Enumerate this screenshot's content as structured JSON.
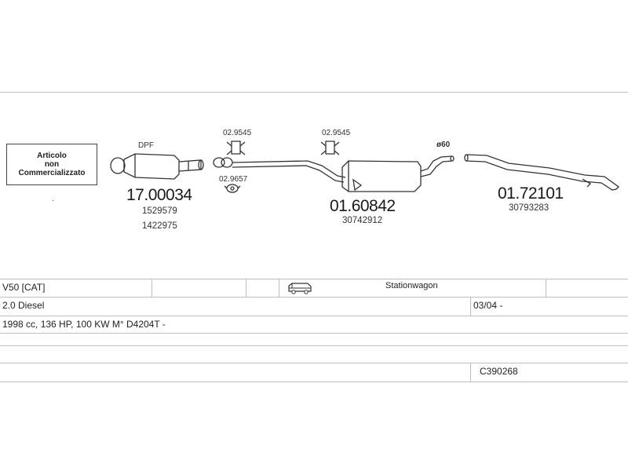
{
  "note_box": {
    "line1": "Articolo",
    "line2": "non",
    "line3": "Commercializzato"
  },
  "parts": {
    "dpf": {
      "label": "DPF",
      "number": "17.00034",
      "refs": [
        "1529579",
        "1422975"
      ]
    },
    "hanger_a": {
      "number": "02.9545"
    },
    "clamp": {
      "number": "02.9657"
    },
    "hanger_b": {
      "number": "02.9545"
    },
    "middle": {
      "number": "01.60842",
      "ref": "30742912"
    },
    "diameter": {
      "label": "ø60"
    },
    "rear": {
      "number": "01.72101",
      "ref": "30793283"
    }
  },
  "table": {
    "model": "V50  [CAT]",
    "vehicle_icon": "van-icon",
    "body": "Stationwagon",
    "engine": "2.0 Diesel",
    "date": "03/04 -",
    "spec": "1998 cc, 136 HP, 100 KW M° D4204T -",
    "code": "C390268"
  }
}
